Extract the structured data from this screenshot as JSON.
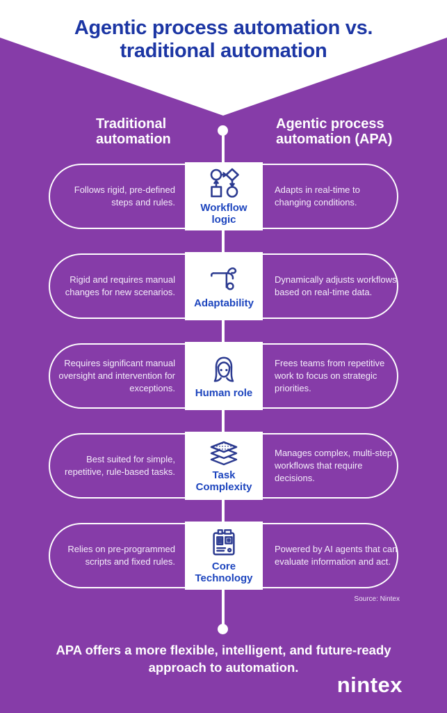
{
  "title": {
    "line1": "Agentic process automation vs.",
    "line2": "traditional automation"
  },
  "header": {
    "left_column": "Traditional automation",
    "right_column": "Agentic process automation (APA)"
  },
  "rows": [
    {
      "category": "Workflow logic",
      "icon": "flowchart-icon",
      "traditional": "Follows rigid, pre-defined steps and rules.",
      "agentic": "Adapts in real-time to changing conditions."
    },
    {
      "category": "Adaptability",
      "icon": "gymnast-icon",
      "traditional": "Rigid and requires manual changes for new scenarios.",
      "agentic": "Dynamically adjusts workflows based on real-time data."
    },
    {
      "category": "Human role",
      "icon": "person-face-icon",
      "traditional": "Requires significant manual oversight and intervention for exceptions.",
      "agentic": "Frees teams from repetitive work to focus on strategic priorities."
    },
    {
      "category": "Task Complexity",
      "icon": "stacked-layers-icon",
      "traditional": "Best suited for simple, repetitive, rule-based tasks.",
      "agentic": "Manages complex, multi-step workflows that require decisions."
    },
    {
      "category": "Core Technology",
      "icon": "circuit-board-icon",
      "traditional": "Relies on pre-programmed scripts and fixed rules.",
      "agentic": "Powered by AI agents that can evaluate information and act."
    }
  ],
  "source": "Source: Nintex",
  "conclusion": "APA offers a more flexible, intelligent, and future-ready approach to automation.",
  "brand": "nintex",
  "colors": {
    "background_purple": "#863CA8",
    "title_blue": "#1C36A4",
    "category_label_blue": "#1D45BE",
    "icon_navy": "#2B3A90",
    "text_white": "#FFFFFF"
  }
}
